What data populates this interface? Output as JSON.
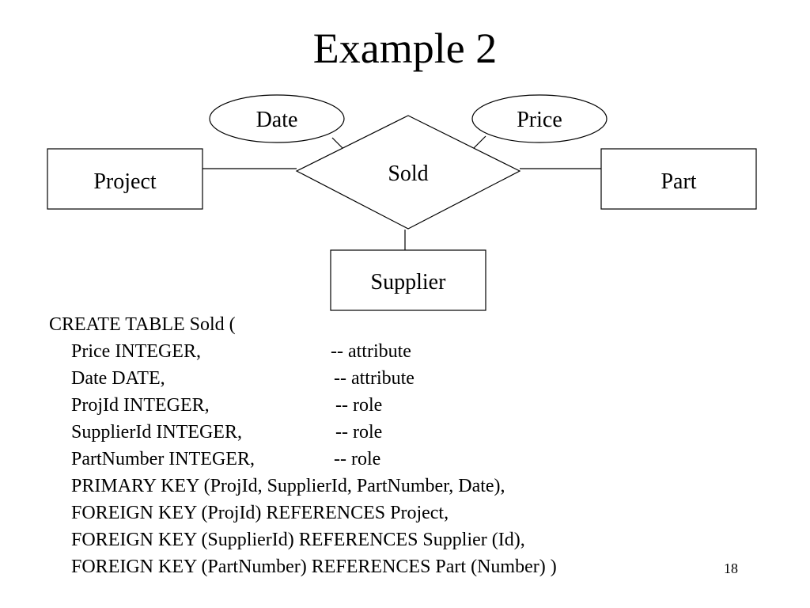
{
  "slide": {
    "title": "Example 2",
    "page_number": "18"
  },
  "diagram": {
    "entities": {
      "project": "Project",
      "part": "Part",
      "supplier": "Supplier"
    },
    "relationship": "Sold",
    "attributes": {
      "date": "Date",
      "price": "Price"
    }
  },
  "sql": {
    "header": "CREATE TABLE  Sold  (",
    "columns": [
      {
        "text": "Price  INTEGER,",
        "comment": "-- attribute"
      },
      {
        "text": "Date  DATE,",
        "comment": "-- attribute"
      },
      {
        "text": "ProjId  INTEGER,",
        "comment": "-- role"
      },
      {
        "text": "SupplierId  INTEGER,",
        "comment": "-- role"
      },
      {
        "text": "PartNumber  INTEGER,",
        "comment": "-- role"
      }
    ],
    "constraints": [
      "PRIMARY KEY (ProjId, SupplierId, PartNumber, Date),",
      "FOREIGN KEY (ProjId) REFERENCES Project,",
      "FOREIGN KEY (SupplierId) REFERENCES Supplier (Id),",
      "FOREIGN KEY (PartNumber) REFERENCES Part (Number)  )"
    ]
  }
}
